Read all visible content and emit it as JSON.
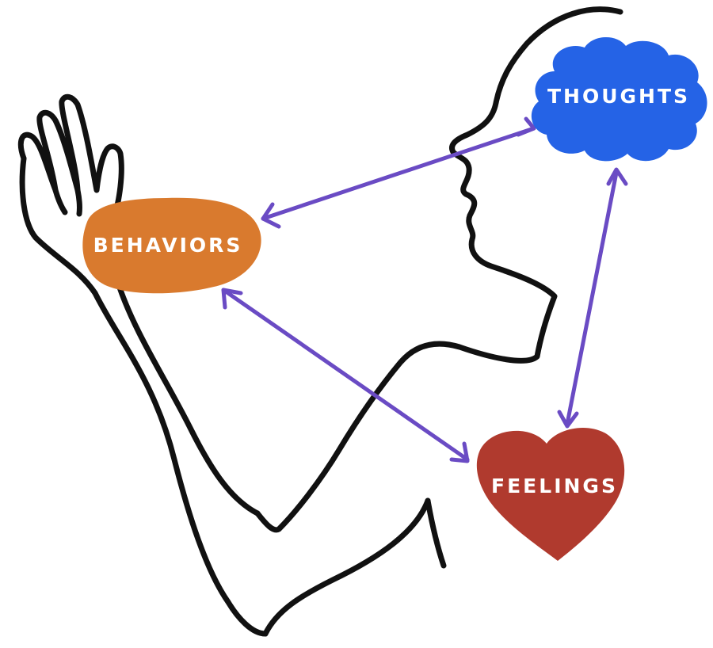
{
  "diagram": {
    "nodes": {
      "thoughts": {
        "label": "THOUGHTS",
        "shape": "cloud",
        "color": "#2563e6"
      },
      "behaviors": {
        "label": "BEHAVIORS",
        "shape": "oval",
        "color": "#d97a2e"
      },
      "feelings": {
        "label": "FEELINGS",
        "shape": "heart",
        "color": "#b03a2e"
      }
    },
    "edges": [
      {
        "from": "behaviors",
        "to": "thoughts",
        "direction": "both"
      },
      {
        "from": "thoughts",
        "to": "feelings",
        "direction": "both"
      },
      {
        "from": "behaviors",
        "to": "feelings",
        "direction": "both"
      }
    ],
    "arrow_color": "#6a4bc4",
    "outline_color": "#111111"
  }
}
